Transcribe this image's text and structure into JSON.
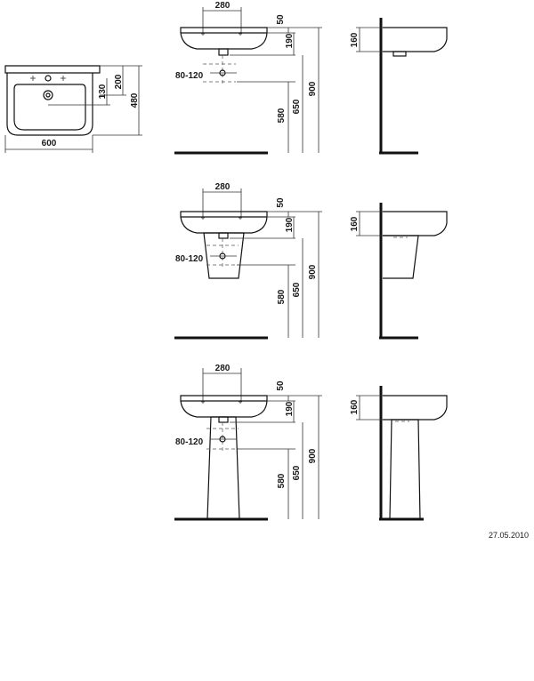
{
  "plan_view": {
    "dims": {
      "width": "600",
      "depth": "480",
      "d200": "200",
      "d130": "130"
    }
  },
  "wall_hung": {
    "dims": {
      "d280": "280",
      "d50": "50",
      "d190": "190",
      "d80_120": "80-120",
      "d580": "580",
      "d650": "650",
      "d900": "900"
    },
    "side_dims": {
      "d160": "160"
    }
  },
  "semi_pedestal": {
    "dims": {
      "d280": "280",
      "d50": "50",
      "d190": "190",
      "d80_120": "80-120",
      "d580": "580",
      "d650": "650",
      "d900": "900"
    },
    "side_dims": {
      "d160": "160"
    }
  },
  "pedestal": {
    "dims": {
      "d280": "280",
      "d50": "50",
      "d190": "190",
      "d80_120": "80-120",
      "d580": "580",
      "d650": "650",
      "d900": "900"
    },
    "side_dims": {
      "d160": "160"
    }
  },
  "footer": {
    "date": "27.05.2010"
  }
}
